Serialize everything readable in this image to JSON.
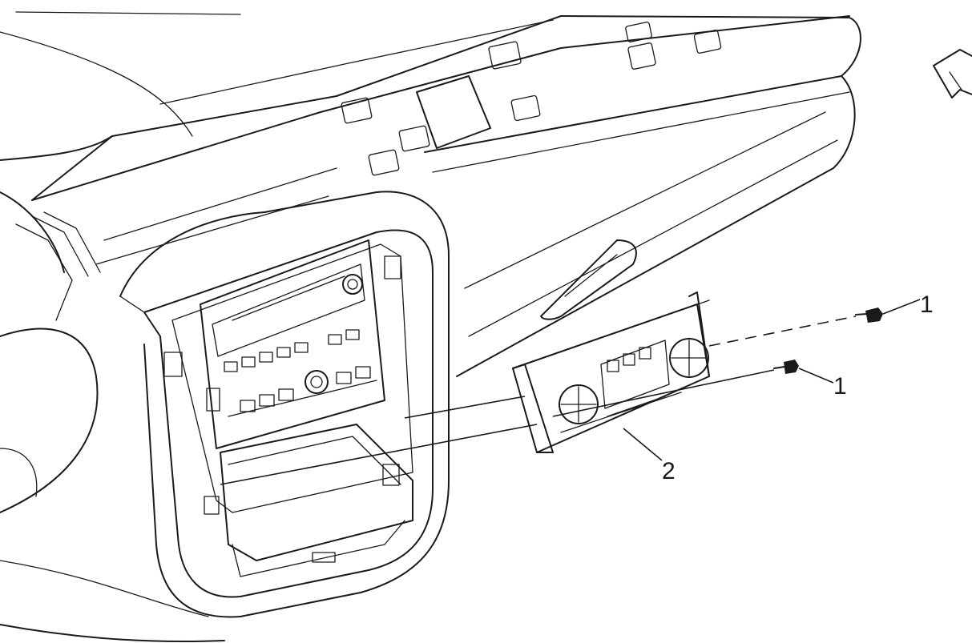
{
  "callouts": {
    "fastener_upper": "1",
    "fastener_lower": "1",
    "control_module": "2"
  },
  "icons": {
    "view_direction": "view-direction-arrow-icon"
  }
}
